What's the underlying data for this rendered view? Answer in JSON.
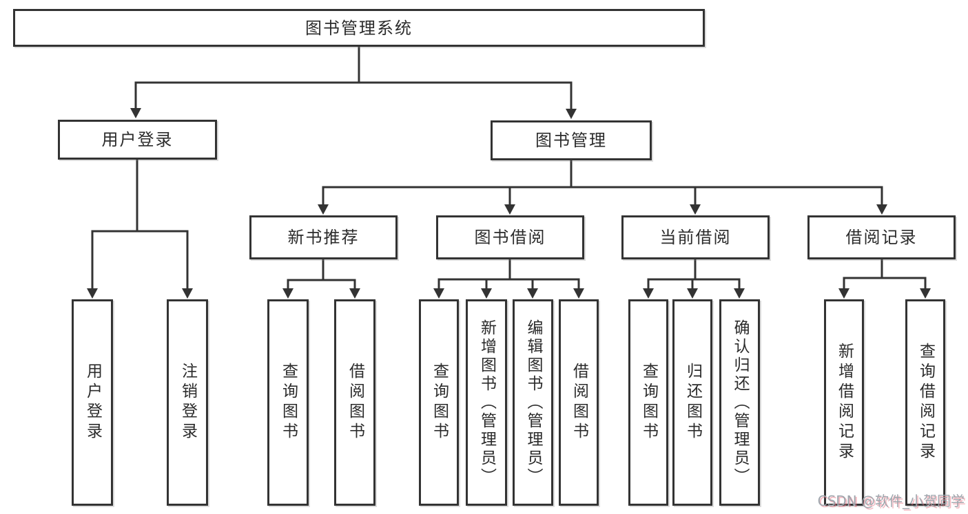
{
  "root_label": "图书管理系统",
  "user_login": {
    "label": "用户登录",
    "children": [
      "用户登录",
      "注销登录"
    ]
  },
  "book_mgmt": {
    "label": "图书管理"
  },
  "new_books": {
    "label": "新书推荐",
    "children": [
      "查询图书",
      "借阅图书"
    ]
  },
  "book_borrow": {
    "label": "图书借阅",
    "children": [
      "查询图书",
      "新增图书（管理员）",
      "编辑图书（管理员）",
      "借阅图书"
    ]
  },
  "current_borrow": {
    "label": "当前借阅",
    "children": [
      "查询图书",
      "归还图书",
      "确认归还（管理员）"
    ]
  },
  "borrow_records": {
    "label": "借阅记录",
    "children": [
      "新增借阅记录",
      "查询借阅记录"
    ]
  },
  "watermark": "CSDN @软件_小贺同学",
  "colors": {
    "line": "#333333",
    "box_border": "#333333",
    "text": "#2b2b2b",
    "watermark_gray": "#9fa6ad",
    "watermark_pink": "#e9717f",
    "background": "#ffffff"
  }
}
